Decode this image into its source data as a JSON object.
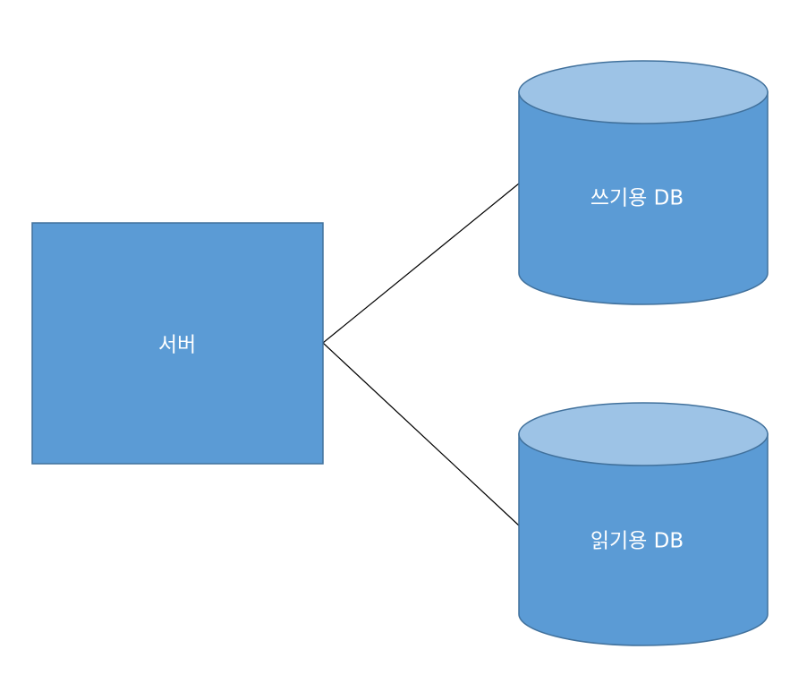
{
  "nodes": {
    "server": {
      "label": "서버"
    },
    "write_db": {
      "label": "쓰기용 DB"
    },
    "read_db": {
      "label": "읽기용 DB"
    }
  },
  "edges": [
    {
      "from": "server",
      "to": "write_db"
    },
    {
      "from": "server",
      "to": "read_db"
    }
  ],
  "colors": {
    "fill": "#5b9bd5",
    "top_fill": "#9dc3e6",
    "stroke": "#41719c",
    "connector": "#000000",
    "text": "#ffffff"
  }
}
